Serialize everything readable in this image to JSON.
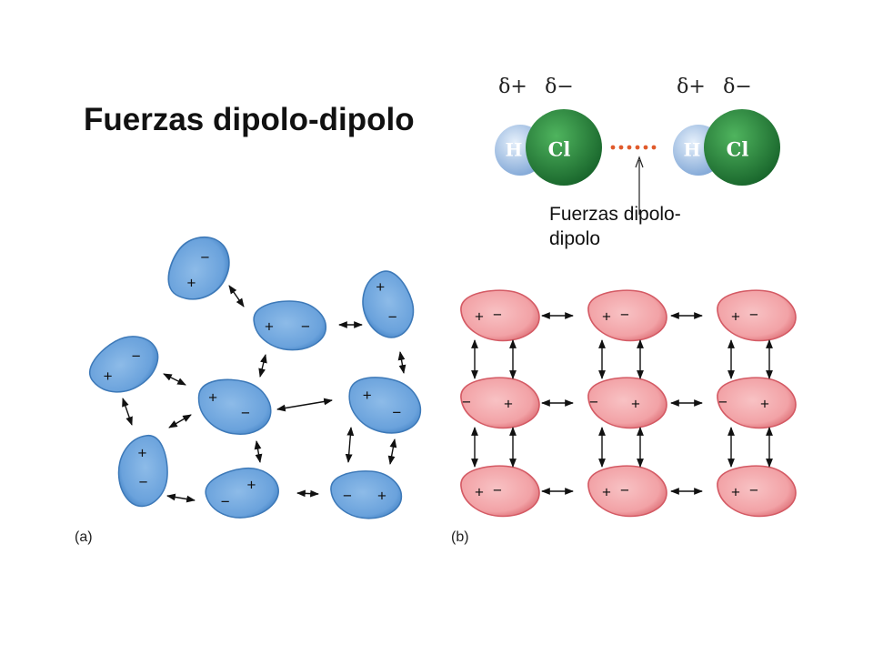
{
  "title": "Fuerzas dipolo-dipolo",
  "callout": {
    "line1": "Fuerzas dipolo-",
    "line2": "dipolo"
  },
  "molecule": {
    "h_label": "H",
    "cl_label": "Cl",
    "delta_plus": "δ+",
    "delta_minus": "δ−"
  },
  "panel_a_label": "(a)",
  "panel_b_label": "(b)",
  "signs": {
    "plus": "+",
    "minus": "−"
  },
  "colors": {
    "blue_molecule": "#5b9bd5",
    "pink_molecule": "#ef8f95",
    "hydrogen": "#a9c8ea",
    "chlorine": "#2e8b3e",
    "dots": "#e05a2b"
  }
}
